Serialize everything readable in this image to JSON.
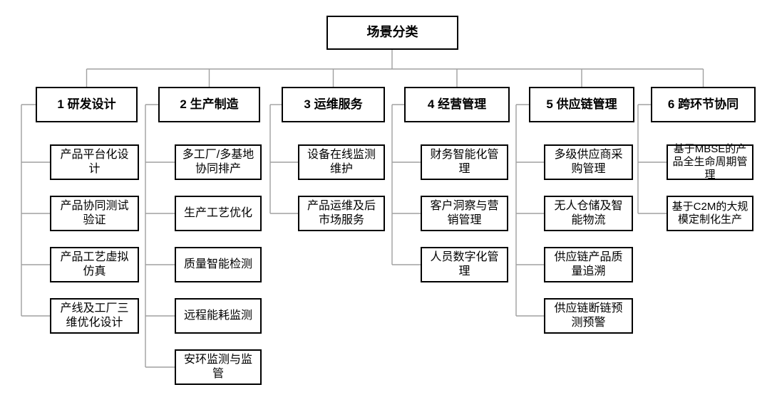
{
  "tree": {
    "root": "场景分类",
    "categories": [
      {
        "label": "1 研发设计",
        "children": [
          "产品平台化设计",
          "产品协同测试验证",
          "产品工艺虚拟仿真",
          "产线及工厂三维优化设计"
        ]
      },
      {
        "label": "2 生产制造",
        "children": [
          "多工厂/多基地协同排产",
          "生产工艺优化",
          "质量智能检测",
          "远程能耗监测",
          "安环监测与监管"
        ]
      },
      {
        "label": "3 运维服务",
        "children": [
          "设备在线监测维护",
          "产品运维及后市场服务"
        ]
      },
      {
        "label": "4 经营管理",
        "children": [
          "财务智能化管理",
          "客户洞察与营销管理",
          "人员数字化管理"
        ]
      },
      {
        "label": "5 供应链管理",
        "children": [
          "多级供应商采购管理",
          "无人仓储及智能物流",
          "供应链产品质量追溯",
          "供应链断链预测预警"
        ]
      },
      {
        "label": "6 跨环节协同",
        "children": [
          "基于MBSE的产品全生命周期管理",
          "基于C2M的大规模定制化生产"
        ]
      }
    ]
  },
  "colors": {
    "line": "#a0a0a0",
    "border": "#000000",
    "background": "#ffffff",
    "text": "#000000"
  }
}
